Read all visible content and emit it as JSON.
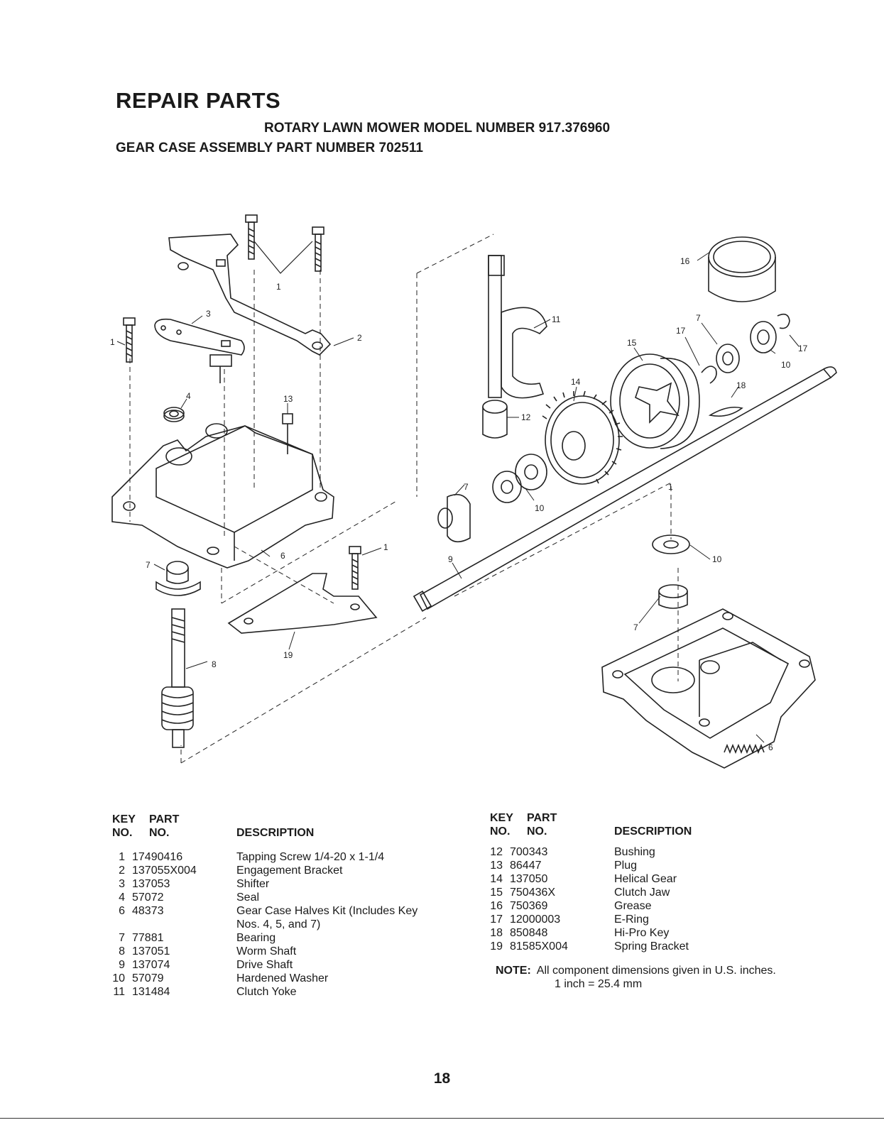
{
  "header": {
    "title": "REPAIR PARTS",
    "subtitle_model": "ROTARY LAWN MOWER MODEL NUMBER 917.376960",
    "subtitle_assembly": "GEAR CASE ASSEMBLY PART NUMBER 702511"
  },
  "table_headers": {
    "key_line1": "KEY",
    "key_line2": "NO.",
    "part_line1": "PART",
    "part_line2": "NO.",
    "description": "DESCRIPTION"
  },
  "parts_left": [
    {
      "key": "1",
      "part": "17490416",
      "desc": "Tapping Screw  1/4-20 x 1-1/4"
    },
    {
      "key": "2",
      "part": "137055X004",
      "desc": "Engagement Bracket"
    },
    {
      "key": "3",
      "part": "137053",
      "desc": "Shifter"
    },
    {
      "key": "4",
      "part": "57072",
      "desc": "Seal"
    },
    {
      "key": "6",
      "part": "48373",
      "desc": "Gear Case Halves Kit (Includes Key"
    },
    {
      "key": "",
      "part": "",
      "desc": "Nos. 4, 5, and 7)"
    },
    {
      "key": "7",
      "part": "77881",
      "desc": "Bearing"
    },
    {
      "key": "8",
      "part": "137051",
      "desc": "Worm Shaft"
    },
    {
      "key": "9",
      "part": "137074",
      "desc": "Drive Shaft"
    },
    {
      "key": "10",
      "part": "57079",
      "desc": "Hardened Washer"
    },
    {
      "key": "11",
      "part": "131484",
      "desc": "Clutch Yoke"
    }
  ],
  "parts_right": [
    {
      "key": "12",
      "part": "700343",
      "desc": "Bushing"
    },
    {
      "key": "13",
      "part": "86447",
      "desc": "Plug"
    },
    {
      "key": "14",
      "part": "137050",
      "desc": "Helical Gear"
    },
    {
      "key": "15",
      "part": "750436X",
      "desc": "Clutch Jaw"
    },
    {
      "key": "16",
      "part": "750369",
      "desc": "Grease"
    },
    {
      "key": "17",
      "part": "12000003",
      "desc": "E-Ring"
    },
    {
      "key": "18",
      "part": "850848",
      "desc": "Hi-Pro Key"
    },
    {
      "key": "19",
      "part": "81585X004",
      "desc": "Spring Bracket"
    }
  ],
  "note": {
    "label": "NOTE:",
    "line1": "All component dimensions given in U.S. inches.",
    "line2": "1 inch = 25.4 mm"
  },
  "page_number": "18",
  "callouts": {
    "c1a": "1",
    "c1b": "1",
    "c1c": "1",
    "c1d": "1",
    "c2": "2",
    "c3": "3",
    "c4": "4",
    "c6a": "6",
    "c6b": "6",
    "c7a": "7",
    "c7b": "7",
    "c7c": "7",
    "c7d": "7",
    "c8": "8",
    "c9": "9",
    "c10a": "10",
    "c10b": "10",
    "c10c": "10",
    "c11": "11",
    "c12": "12",
    "c13": "13",
    "c14": "14",
    "c15": "15",
    "c16": "16",
    "c17a": "17",
    "c17b": "17",
    "c18": "18",
    "c19": "19"
  }
}
